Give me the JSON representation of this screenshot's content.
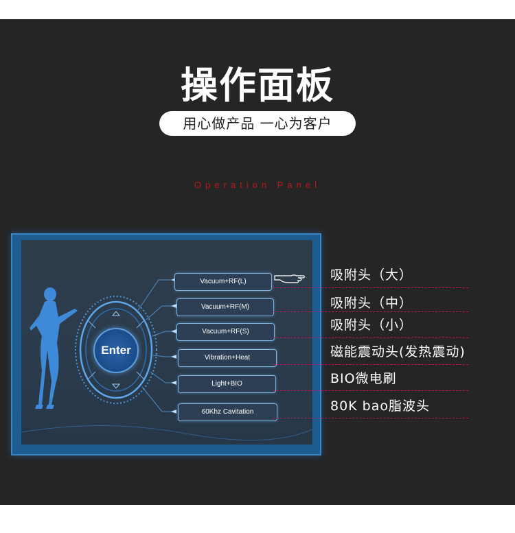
{
  "header": {
    "title": "操作面板",
    "slogan": "用心做产品 一心为客户",
    "subtitle": "Operation Panel"
  },
  "screen": {
    "enter_label": "Enter",
    "menu_items": [
      {
        "label": "Vacuum+RF(L)"
      },
      {
        "label": "Vacuum+RF(M)"
      },
      {
        "label": "Vacuum+RF(S)"
      },
      {
        "label": "Vibration+Heat"
      },
      {
        "label": "Light+BIO"
      },
      {
        "label": "60Khz Cavitation"
      }
    ]
  },
  "annotations": [
    {
      "label": "吸附头（大）"
    },
    {
      "label": "吸附头（中）"
    },
    {
      "label": "吸附头（小）"
    },
    {
      "label": "磁能震动头(发热震动)"
    },
    {
      "label": "BIO微电刷"
    },
    {
      "label": "80K bao脂波头"
    }
  ],
  "colors": {
    "background": "#252525",
    "accent_red": "#c0181a",
    "dash_pink": "#c2185b",
    "screen_blue": "#1e5d92"
  }
}
